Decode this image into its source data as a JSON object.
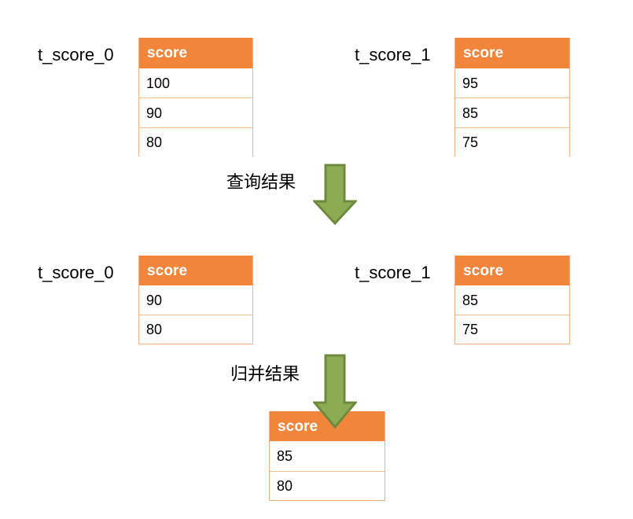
{
  "diagram": {
    "title": "sharding query and merge result flow",
    "colors": {
      "header_bg": "#F2853C",
      "header_text": "#FFFFFF",
      "row_border": "#F7BC8E",
      "table_border": "#F4B183",
      "arrow_fill": "#8CAB52",
      "arrow_stroke": "#6E8B3D",
      "text": "#000000",
      "background": "#FFFFFF"
    },
    "column_header": "score",
    "stages": [
      {
        "id": "source",
        "tables": [
          {
            "label": "t_score_0",
            "header": "score",
            "rows": [
              "100",
              "90",
              "80"
            ]
          },
          {
            "label": "t_score_1",
            "header": "score",
            "rows": [
              "95",
              "85",
              "75"
            ]
          }
        ]
      },
      {
        "id": "queried",
        "tables": [
          {
            "label": "t_score_0",
            "header": "score",
            "rows": [
              "90",
              "80"
            ]
          },
          {
            "label": "t_score_1",
            "header": "score",
            "rows": [
              "85",
              "75"
            ]
          }
        ]
      },
      {
        "id": "merged",
        "tables": [
          {
            "label": "",
            "header": "score",
            "rows": [
              "85",
              "80"
            ]
          }
        ]
      }
    ],
    "arrows": [
      {
        "id": "query-arrow",
        "label": "查询结果",
        "direction": "down"
      },
      {
        "id": "merge-arrow",
        "label": "归并结果",
        "direction": "down"
      }
    ]
  }
}
